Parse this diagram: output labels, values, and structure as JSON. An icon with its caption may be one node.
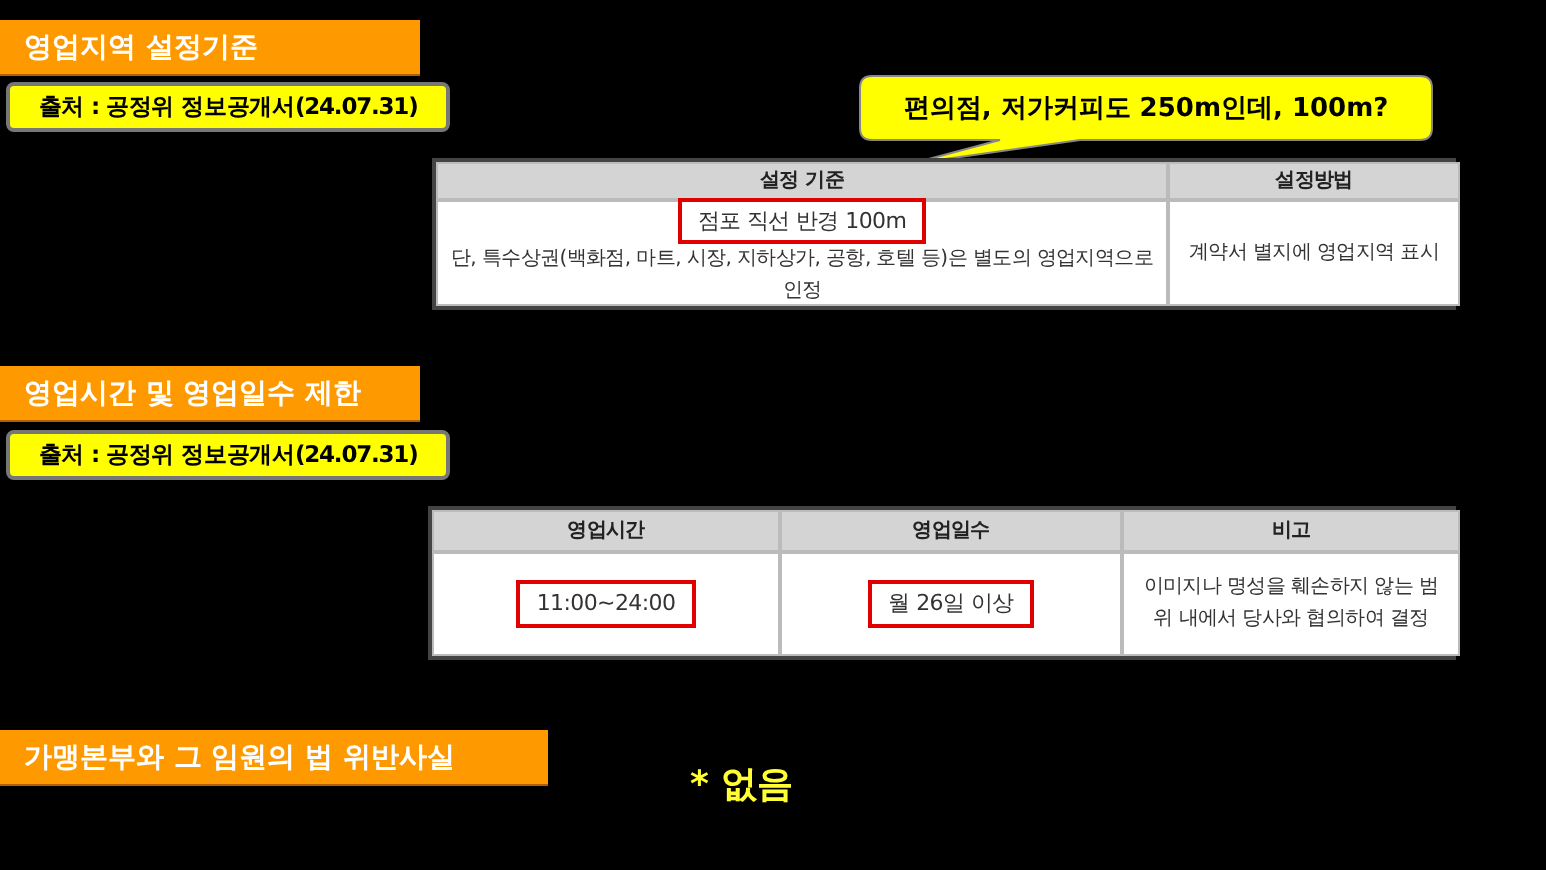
{
  "diagram": {
    "nodes": [
      {
        "text": [
          "영업지역 설정기준"
        ]
      },
      {
        "text": [
          "출처 : 공정위 정보공개서(24.07.31)"
        ]
      },
      {
        "text": [
          "편의점, 저가커피도 250m인데, 100m?"
        ]
      },
      {
        "text": [
          "영업시간 및 영업일수 제한"
        ]
      },
      {
        "text": [
          "출처 : 공정위 정보공개서(24.07.31)"
        ]
      },
      {
        "text": [
          "가맹본부와 그 임원의 법 위반사실"
        ]
      }
    ],
    "labels": [
      "설정 기준",
      "설정방법",
      "점포 직선 반경 100m",
      "단, 특수상권(백화점, 마트, 시장, 지하상가, 공항, 호텔 등)은 별도의 영업지역으로 인정",
      "계약서 별지에 영업지역 표시",
      "영업시간",
      "영업일수",
      "비고",
      "11:00~24:00",
      "월 26일 이상",
      "이미지나 명성을 훼손하지 않는 범위 내에서 당사와 협의하여 결정",
      "* 없음"
    ]
  }
}
